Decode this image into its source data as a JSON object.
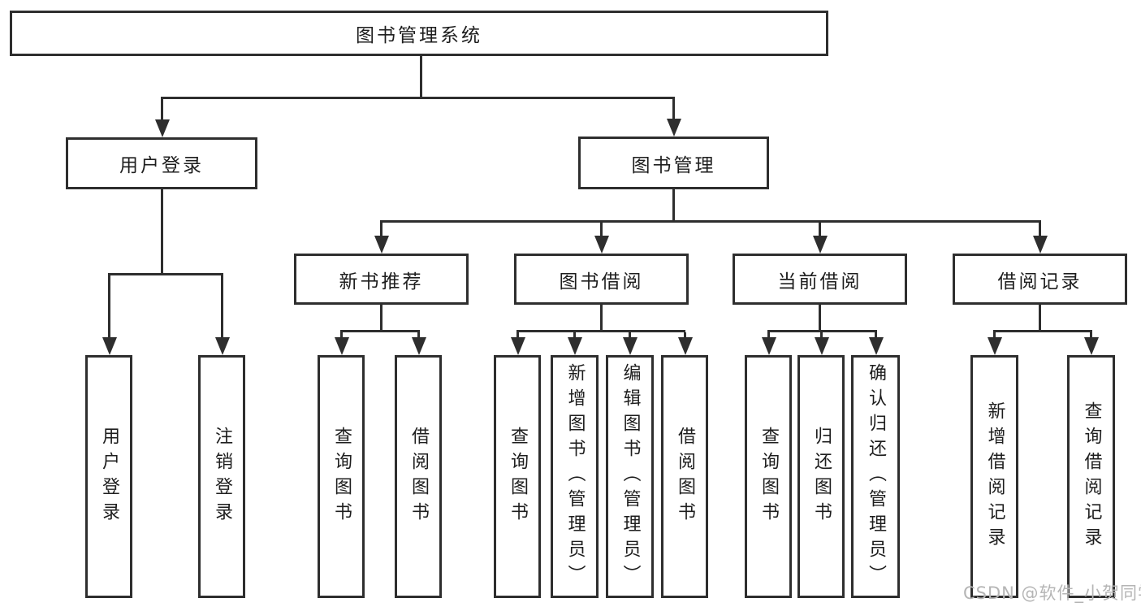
{
  "title": "图书管理系统",
  "tree": {
    "user_login": {
      "label": "用户登录",
      "children": [
        {
          "label": "用户登录"
        },
        {
          "label": "注销登录"
        }
      ]
    },
    "book_mgmt": {
      "label": "图书管理",
      "children": [
        {
          "label": "新书推荐",
          "children": [
            {
              "label": "查询图书"
            },
            {
              "label": "借阅图书"
            }
          ]
        },
        {
          "label": "图书借阅",
          "children": [
            {
              "label": "查询图书"
            },
            {
              "label": "新增图书（管理员）"
            },
            {
              "label": "编辑图书（管理员）"
            },
            {
              "label": "借阅图书"
            }
          ]
        },
        {
          "label": "当前借阅",
          "children": [
            {
              "label": "查询图书"
            },
            {
              "label": "归还图书"
            },
            {
              "label": "确认归还（管理员）"
            }
          ]
        },
        {
          "label": "借阅记录",
          "children": [
            {
              "label": "新增借阅记录"
            },
            {
              "label": "查询借阅记录"
            }
          ]
        }
      ]
    }
  },
  "watermark": "CSDN @软件_小贺同学",
  "colors": {
    "line": "#2e2e2e",
    "text": "#1e1e1e",
    "box_background": "#ffffff",
    "watermark": "#b5b5b5",
    "background": "#ffffff"
  }
}
